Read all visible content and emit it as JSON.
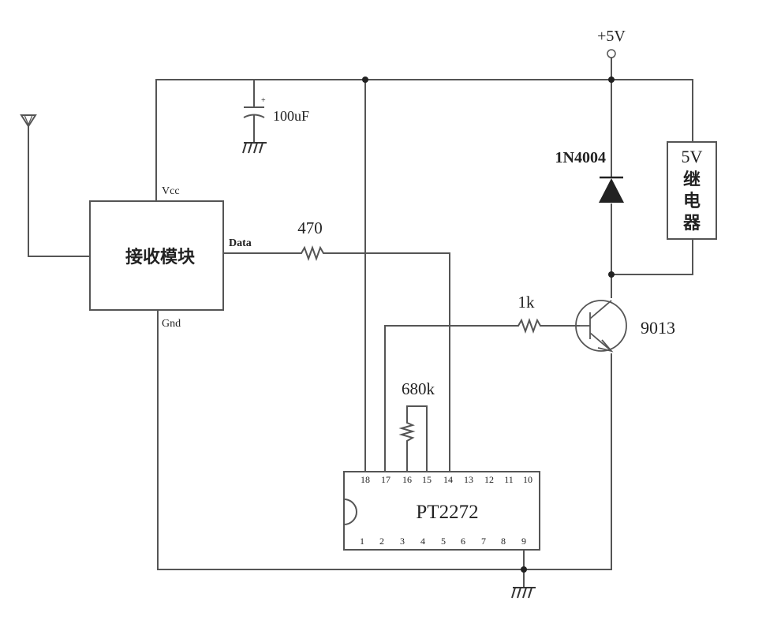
{
  "supply": {
    "label": "+5V"
  },
  "receiver": {
    "name": "接收模块",
    "pin_vcc": "Vcc",
    "pin_data": "Data",
    "pin_gnd": "Gnd"
  },
  "capacitor": {
    "value": "100uF",
    "polarity": "+"
  },
  "resistor_data": {
    "value": "470"
  },
  "resistor_base": {
    "value": "1k"
  },
  "resistor_osc": {
    "value": "680k"
  },
  "diode": {
    "part": "1N4004"
  },
  "relay": {
    "line1": "5V",
    "line2": "继",
    "line3": "电",
    "line4": "器"
  },
  "transistor": {
    "part": "9013"
  },
  "ic": {
    "part": "PT2272",
    "top_pins": [
      "18",
      "17",
      "16",
      "15",
      "14",
      "13",
      "12",
      "11",
      "10"
    ],
    "bottom_pins": [
      "1",
      "2",
      "3",
      "4",
      "5",
      "6",
      "7",
      "8",
      "9"
    ]
  }
}
